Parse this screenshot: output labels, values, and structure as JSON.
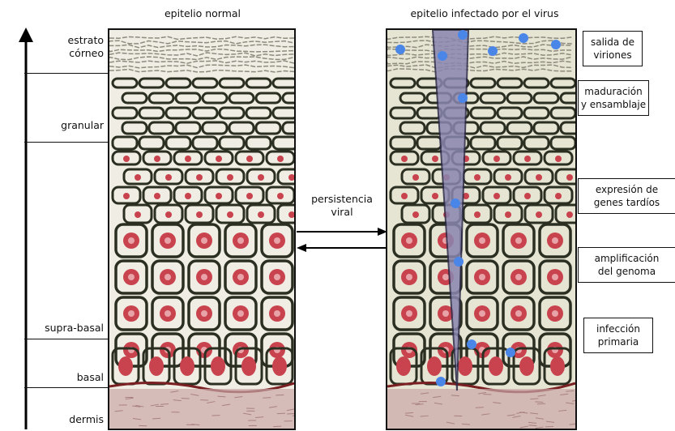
{
  "titles": {
    "normal": "epitelio normal",
    "infected": "epitelio infectado por el virus"
  },
  "left_layers": [
    {
      "label": "estrato\ncórneo"
    },
    {
      "label": "granular"
    },
    {
      "label": "supra-basal"
    },
    {
      "label": "basal"
    },
    {
      "label": "dermis"
    }
  ],
  "center_label": "persistencia\nviral",
  "stages": [
    {
      "label": "salida de\nviriones"
    },
    {
      "label": "maduración\ny ensamblaje"
    },
    {
      "label": "expresión de\ngenes tardíos"
    },
    {
      "label": "amplificación\ndel genoma"
    },
    {
      "label": "infección\nprimaria"
    }
  ],
  "colors": {
    "cell_outline": "#2b2f22",
    "nucleus": "#c8434d",
    "virion": "#4a86e8",
    "wedge": "#8a86b0",
    "dermis": "#c9a7a6",
    "basement": "#7a1f22"
  },
  "icons": {
    "axis_arrow": "up-arrow-icon",
    "double_arrow": "left-right-arrow-icon"
  }
}
